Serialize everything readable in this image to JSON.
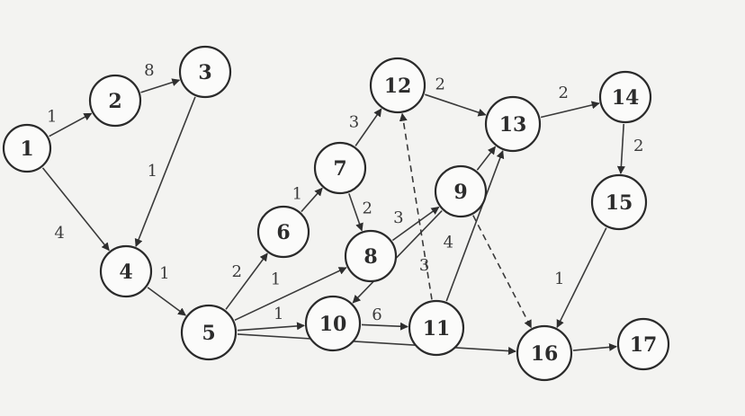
{
  "nodes": [
    {
      "id": "1",
      "label": "1"
    },
    {
      "id": "2",
      "label": "2"
    },
    {
      "id": "3",
      "label": "3"
    },
    {
      "id": "4",
      "label": "4"
    },
    {
      "id": "5",
      "label": "5"
    },
    {
      "id": "6",
      "label": "6"
    },
    {
      "id": "7",
      "label": "7"
    },
    {
      "id": "8",
      "label": "8"
    },
    {
      "id": "9",
      "label": "9"
    },
    {
      "id": "10",
      "label": "10"
    },
    {
      "id": "11",
      "label": "11"
    },
    {
      "id": "12",
      "label": "12"
    },
    {
      "id": "13",
      "label": "13"
    },
    {
      "id": "14",
      "label": "14"
    },
    {
      "id": "15",
      "label": "15"
    },
    {
      "id": "16",
      "label": "16"
    },
    {
      "id": "17",
      "label": "17"
    }
  ],
  "edges": [
    {
      "from": "1",
      "to": "2",
      "weight": "1",
      "dashed": false
    },
    {
      "from": "2",
      "to": "3",
      "weight": "8",
      "dashed": false
    },
    {
      "from": "1",
      "to": "4",
      "weight": "4",
      "dashed": false
    },
    {
      "from": "3",
      "to": "4",
      "weight": "1",
      "dashed": false
    },
    {
      "from": "4",
      "to": "5",
      "weight": "1",
      "dashed": false
    },
    {
      "from": "5",
      "to": "6",
      "weight": "2",
      "dashed": false
    },
    {
      "from": "6",
      "to": "7",
      "weight": "1",
      "dashed": false
    },
    {
      "from": "7",
      "to": "12",
      "weight": "3",
      "dashed": false
    },
    {
      "from": "7",
      "to": "8",
      "weight": "2",
      "dashed": false
    },
    {
      "from": "5",
      "to": "8",
      "weight": "1",
      "dashed": false
    },
    {
      "from": "8",
      "to": "9",
      "weight": "3",
      "dashed": false
    },
    {
      "from": "9",
      "to": "13",
      "weight": "",
      "dashed": false
    },
    {
      "from": "9",
      "to": "10",
      "weight": "3",
      "dashed": false
    },
    {
      "from": "5",
      "to": "10",
      "weight": "1",
      "dashed": false
    },
    {
      "from": "10",
      "to": "11",
      "weight": "6",
      "dashed": false
    },
    {
      "from": "11",
      "to": "12",
      "weight": "",
      "dashed": true
    },
    {
      "from": "11",
      "to": "13",
      "weight": "4",
      "dashed": false
    },
    {
      "from": "9",
      "to": "16",
      "weight": "",
      "dashed": true
    },
    {
      "from": "12",
      "to": "13",
      "weight": "2",
      "dashed": false
    },
    {
      "from": "13",
      "to": "14",
      "weight": "2",
      "dashed": false
    },
    {
      "from": "14",
      "to": "15",
      "weight": "2",
      "dashed": false
    },
    {
      "from": "15",
      "to": "16",
      "weight": "1",
      "dashed": false
    },
    {
      "from": "5",
      "to": "16",
      "weight": "",
      "dashed": false
    },
    {
      "from": "16",
      "to": "17",
      "weight": "",
      "dashed": false
    }
  ]
}
